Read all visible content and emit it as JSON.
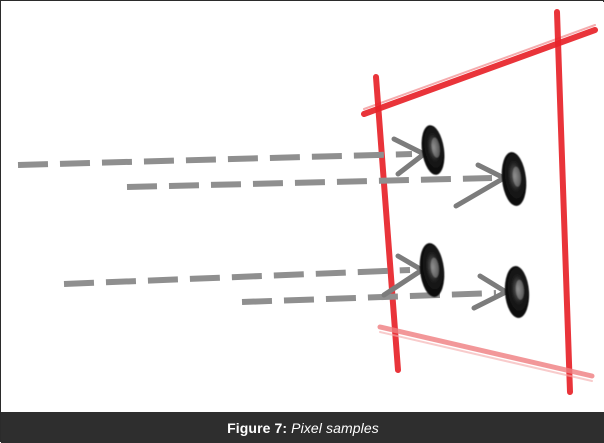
{
  "figure": {
    "label": "Figure 7:",
    "caption": "Pixel samples"
  },
  "colors": {
    "frame_line": "#e8232a",
    "frame_line_light": "#f07e80",
    "ray": "#8f8f8f",
    "ray_arrow": "#7c7c7c",
    "sample_blob": "#111111",
    "caption_bg": "#2e2e2e",
    "caption_text": "#ffffff"
  },
  "diagram": {
    "rays": 4,
    "pixel_samples": 4,
    "elements": [
      "image-plane-frame",
      "dashed-rays",
      "arrow-heads",
      "sample-blobs"
    ]
  }
}
